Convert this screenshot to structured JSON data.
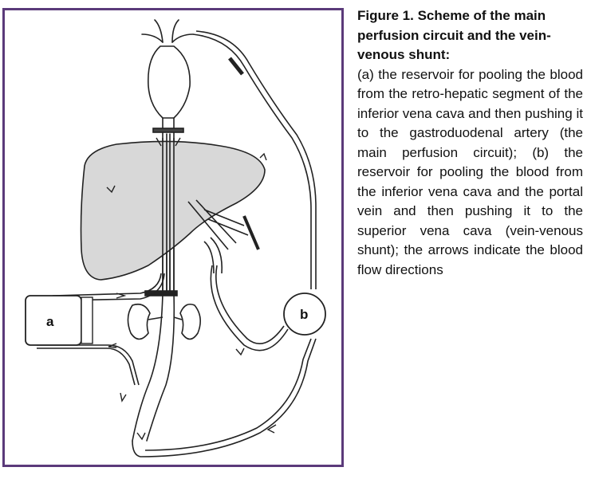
{
  "figure": {
    "label_a": "a",
    "label_b": "b",
    "colors": {
      "frame": "#5b3a7a",
      "organ_fill": "#d8d8d8",
      "line": "#222222"
    }
  },
  "caption": {
    "title": "Figure 1. Scheme of the main perfusion circuit and the vein-venous shunt:",
    "body": "(a) the reservoir for pooling the blood from the retro-hepatic segment of the inferior vena cava and then pushing it to the gastroduodenal artery (the main perfusion circuit); (b) the reservoir for pooling the blood from the inferior vena cava and the portal vein and then pushing it to the superior vena cava (vein-venous shunt); the arrows indicate the blood flow directions"
  }
}
